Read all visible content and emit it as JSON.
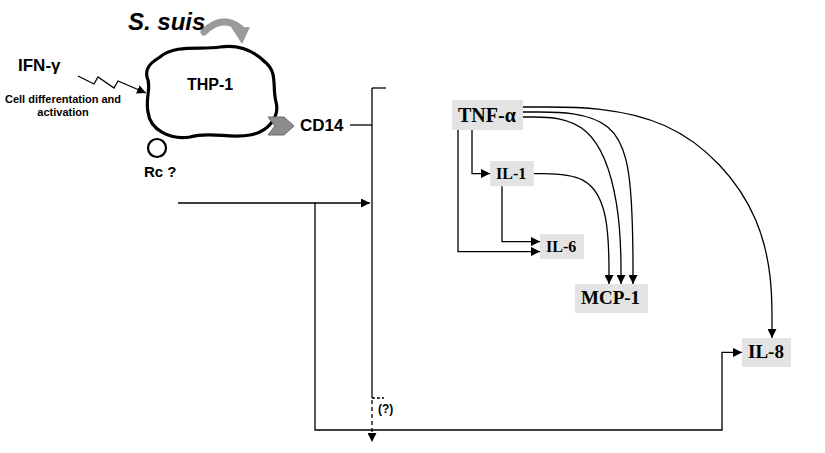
{
  "diagram": {
    "nodes": [
      {
        "text": [
          "THP-1"
        ]
      },
      {
        "text": [
          "CD14"
        ]
      },
      {
        "text": [
          "Rc ?"
        ]
      },
      {
        "text": [
          "TNF-α"
        ]
      },
      {
        "text": [
          "IL-1"
        ]
      },
      {
        "text": [
          "IL-6"
        ]
      },
      {
        "text": [
          "MCP-1"
        ]
      },
      {
        "text": [
          "IL-8"
        ]
      }
    ],
    "edges": [
      {
        "from": 3,
        "to": 4,
        "arrow": "to"
      },
      {
        "from": 3,
        "to": 5,
        "arrow": "to"
      },
      {
        "from": 4,
        "to": 5,
        "arrow": "to"
      },
      {
        "from": 4,
        "to": 6,
        "arrow": "to"
      },
      {
        "from": 3,
        "to": 6,
        "arrow": "to"
      },
      {
        "from": 3,
        "to": 6,
        "arrow": "to"
      },
      {
        "from": 3,
        "to": 7,
        "arrow": "to"
      },
      {
        "from": 2,
        "to": 7,
        "arrow": "to"
      }
    ],
    "labels": [
      "S. suis",
      "IFN-γ",
      "Cell differentation and activation",
      "(?)"
    ]
  }
}
